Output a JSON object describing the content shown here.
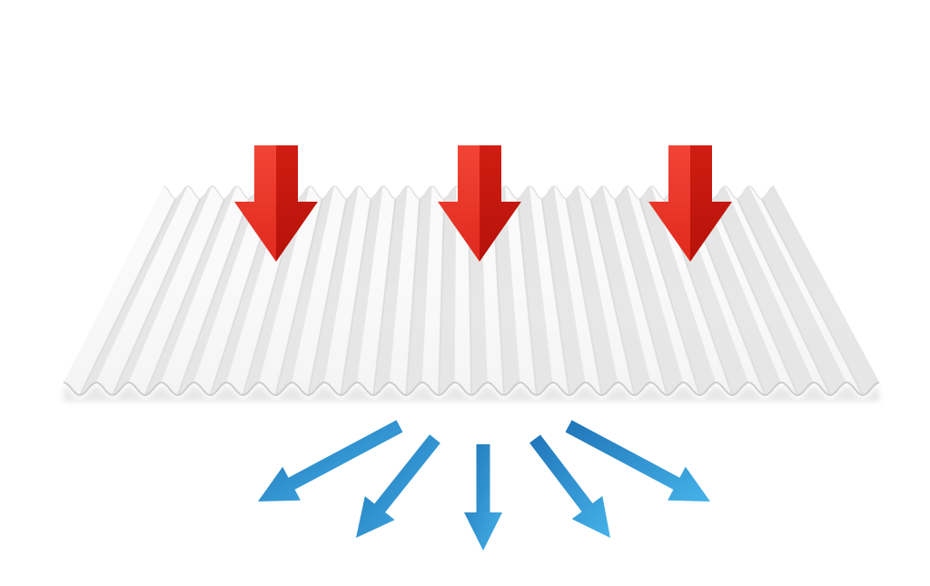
{
  "colors": {
    "background": "#ffffff",
    "sheet_light": "#fafafa",
    "sheet_shadow": "#cfcfcf",
    "sheet_edge": "#d6d6d6",
    "incoming_arrow_light": "#f03a2e",
    "incoming_arrow_dark": "#c8160e",
    "outgoing_arrow_light": "#4ab3e6",
    "outgoing_arrow_dark": "#1f7fc0"
  },
  "icons": {
    "sheet": "corrugated-sheet-icon",
    "incoming": "arrow-down-icon",
    "outgoing": "arrow-diverging-icon"
  },
  "sheet": {
    "corrugation_count": 25
  },
  "incoming_arrows": {
    "count": 3
  },
  "outgoing_arrows": {
    "count": 5
  }
}
